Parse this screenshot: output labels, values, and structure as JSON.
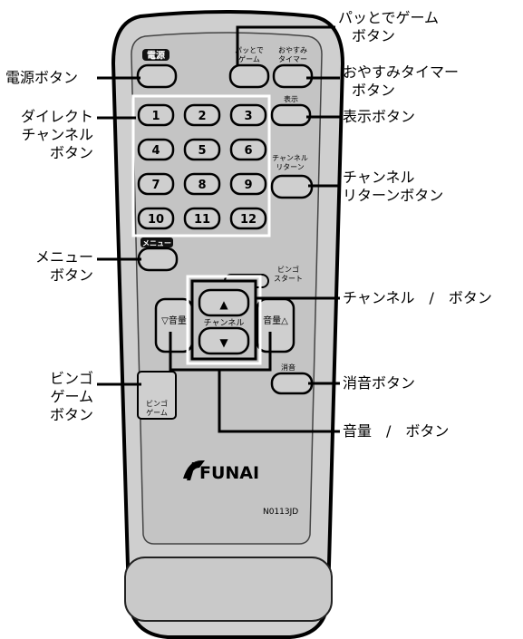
{
  "remote": {
    "brand": "FUNAI",
    "model": "N0113JD",
    "number_buttons": [
      "1",
      "2",
      "3",
      "4",
      "5",
      "6",
      "7",
      "8",
      "9",
      "10",
      "11",
      "12"
    ],
    "panel_labels": {
      "power": "電源",
      "quick_game": [
        "パッとで",
        "ゲーム"
      ],
      "sleep": [
        "おやすみ",
        "タイマー"
      ],
      "display": "表示",
      "channel_return": [
        "チャンネル",
        "リターン"
      ],
      "menu": "メニュー",
      "bingo_start": [
        "ビンゴ",
        "スタート"
      ],
      "vol_down": "▽音量",
      "vol_up": "音量△",
      "channel_center": "チャンネル",
      "mute": "消音",
      "bingo_game": [
        "ビンゴ",
        "ゲーム"
      ],
      "ch_up": "▲",
      "ch_down": "▼"
    }
  },
  "callouts": {
    "power": "電源ボタン",
    "quick_game": [
      "パッとでゲーム",
      "ボタン"
    ],
    "sleep": [
      "おやすみタイマー",
      "ボタン"
    ],
    "display": "表示ボタン",
    "direct": [
      "ダイレクト",
      "チャンネル",
      "ボタン"
    ],
    "channel_return": [
      "チャンネル",
      "リターンボタン"
    ],
    "menu": [
      "メニュー",
      "ボタン"
    ],
    "channel_updown": "チャンネル　/　ボタン",
    "mute": "消音ボタン",
    "bingo_game": [
      "ビンゴ",
      "ゲーム",
      "ボタン"
    ],
    "volume": "音量　/　ボタン"
  }
}
